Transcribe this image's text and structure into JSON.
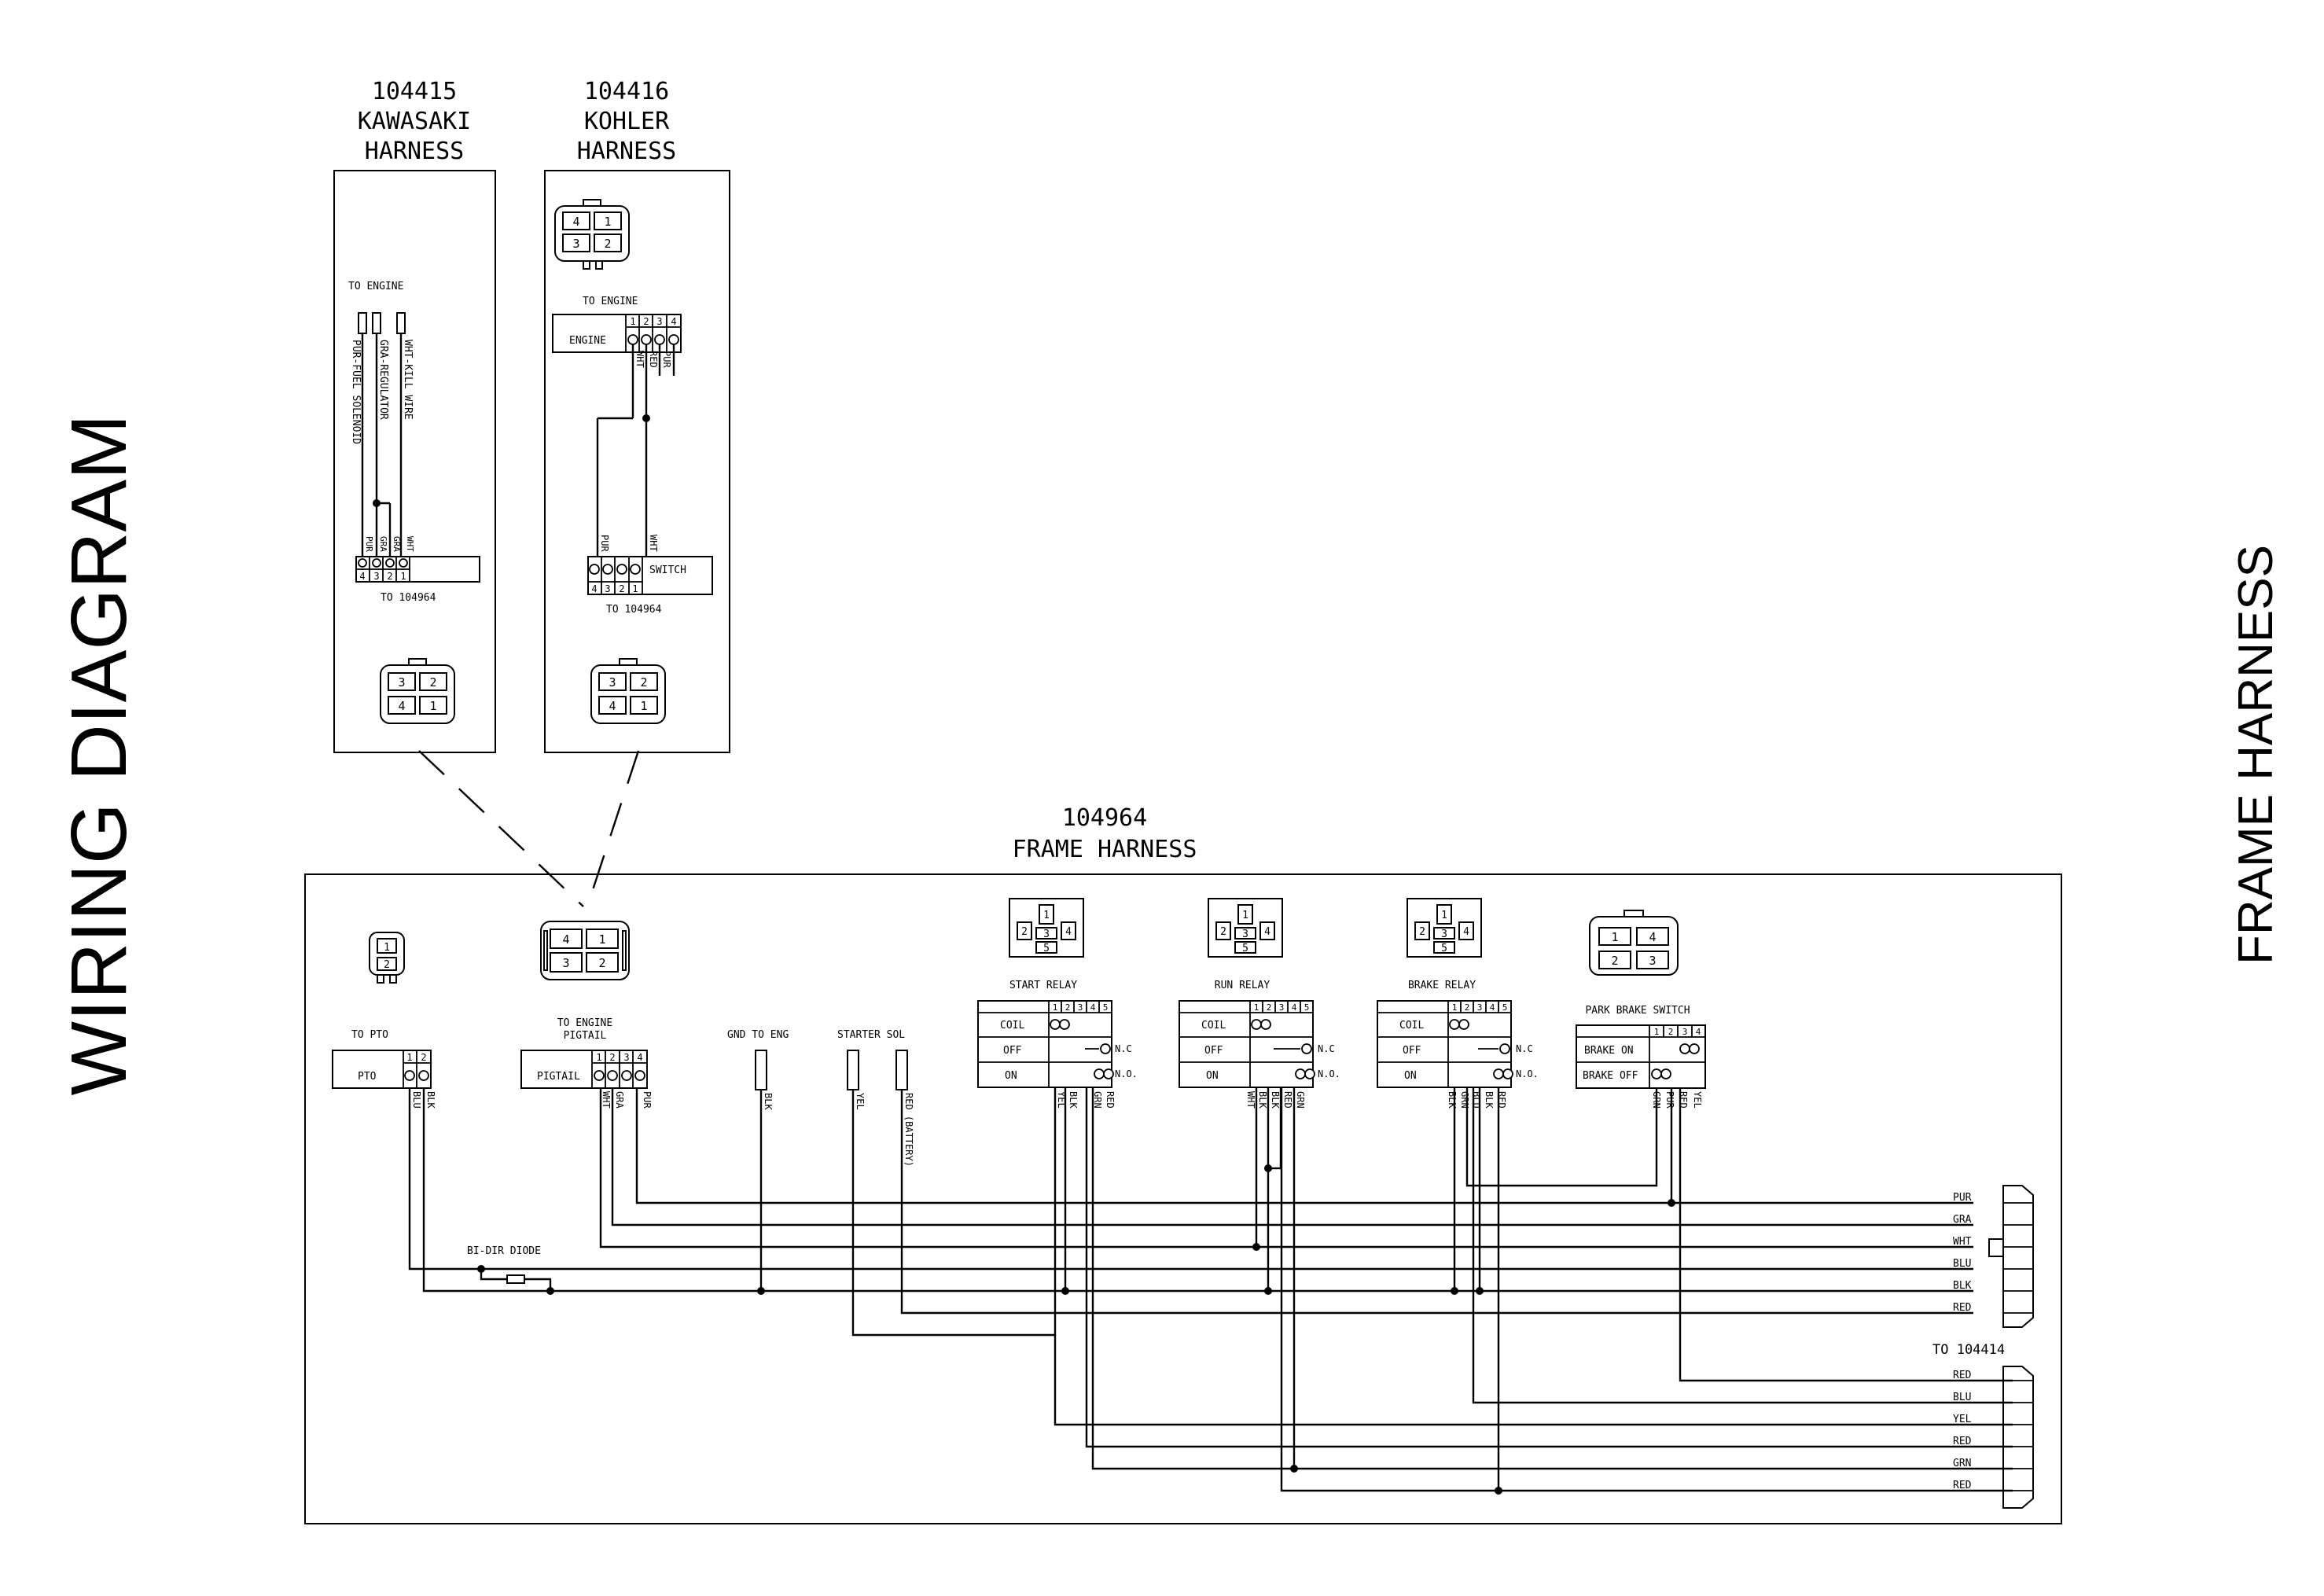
{
  "titles": {
    "left": "WIRING DIAGRAM",
    "right": "FRAME HARNESS"
  },
  "kawasaki": {
    "part": "104415",
    "name_1": "KAWASAKI",
    "name_2": "HARNESS",
    "to_engine": "TO ENGINE",
    "wire_pur": "PUR-FUEL SOLENOID",
    "wire_gra": "GRA-REGULATOR",
    "wire_wht": "WHT-KILL WIRE",
    "conn_labels": [
      "PUR",
      "GRA",
      "GRA",
      "WHT"
    ],
    "pin_numbers": [
      "4",
      "3",
      "2",
      "1"
    ],
    "to_frame": "TO 104964",
    "plug_pins": [
      "3",
      "2",
      "4",
      "1"
    ]
  },
  "kohler": {
    "part": "104416",
    "name_1": "KOHLER",
    "name_2": "HARNESS",
    "top_plug_pins": [
      "4",
      "1",
      "3",
      "2"
    ],
    "to_engine": "TO ENGINE",
    "engine_label": "ENGINE",
    "engine_pins": [
      "1",
      "2",
      "3",
      "4"
    ],
    "engine_wires": [
      "WHT",
      "RED",
      "PUR"
    ],
    "switch_wires": [
      "PUR",
      "WHT"
    ],
    "switch_label": "SWITCH",
    "switch_pins": [
      "4",
      "3",
      "2",
      "1"
    ],
    "to_frame": "TO 104964",
    "plug_pins": [
      "3",
      "2",
      "4",
      "1"
    ]
  },
  "frame": {
    "part": "104964",
    "name": "FRAME HARNESS",
    "pto": {
      "to_label": "TO PTO",
      "label": "PTO",
      "pins": [
        "1",
        "2"
      ],
      "plug_pins": [
        "1",
        "2"
      ],
      "wires": [
        "BLU",
        "BLK"
      ]
    },
    "pigtail": {
      "to_label_1": "TO ENGINE",
      "to_label_2": "PIGTAIL",
      "label": "PIGTAIL",
      "pins": [
        "1",
        "2",
        "3",
        "4"
      ],
      "plug_pins": [
        "4",
        "1",
        "3",
        "2"
      ],
      "wires": [
        "WHT",
        "GRA",
        "PUR"
      ]
    },
    "gnd": {
      "label": "GND TO ENG",
      "wire": "BLK"
    },
    "starter": {
      "label": "STARTER SOL",
      "wire_yel": "YEL",
      "wire_red": "RED (BATTERY)"
    },
    "diode": "BI-DIR DIODE",
    "start_relay": {
      "title": "START RELAY",
      "pins": [
        "1",
        "2",
        "3",
        "4",
        "5"
      ],
      "rows": [
        "COIL",
        "OFF",
        "ON"
      ],
      "nc": "N.C",
      "no": "N.O.",
      "wires": [
        "YEL",
        "BLK",
        "GRN",
        "RED"
      ],
      "plug_pins": [
        "1",
        "2",
        "3",
        "4",
        "5"
      ]
    },
    "run_relay": {
      "title": "RUN RELAY",
      "pins": [
        "1",
        "2",
        "3",
        "4",
        "5"
      ],
      "rows": [
        "COIL",
        "OFF",
        "ON"
      ],
      "nc": "N.C",
      "no": "N.O.",
      "wires": [
        "WHT",
        "BLK",
        "BLK",
        "RED",
        "GRN"
      ],
      "plug_pins": [
        "1",
        "2",
        "3",
        "4",
        "5"
      ]
    },
    "brake_relay": {
      "title": "BRAKE RELAY",
      "pins": [
        "1",
        "2",
        "3",
        "4",
        "5"
      ],
      "rows": [
        "COIL",
        "OFF",
        "ON"
      ],
      "nc": "N.C",
      "no": "N.O.",
      "wires": [
        "BLK",
        "GRN",
        "BLU",
        "BLK",
        "RED"
      ],
      "plug_pins": [
        "1",
        "2",
        "3",
        "4",
        "5"
      ]
    },
    "park_brake": {
      "title": "PARK BRAKE SWITCH",
      "pins": [
        "1",
        "2",
        "3",
        "4"
      ],
      "rows": [
        "BRAKE ON",
        "BRAKE OFF"
      ],
      "wires": [
        "GRN",
        "PUR",
        "RED",
        "YEL"
      ],
      "plug_pins": [
        "1",
        "4",
        "2",
        "3"
      ]
    },
    "upper_conn_wires": [
      "PUR",
      "GRA",
      "WHT",
      "BLU",
      "BLK",
      "RED"
    ],
    "lower_conn_to": "TO 104414",
    "lower_conn_wires": [
      "RED",
      "BLU",
      "YEL",
      "RED",
      "GRN",
      "RED"
    ]
  }
}
